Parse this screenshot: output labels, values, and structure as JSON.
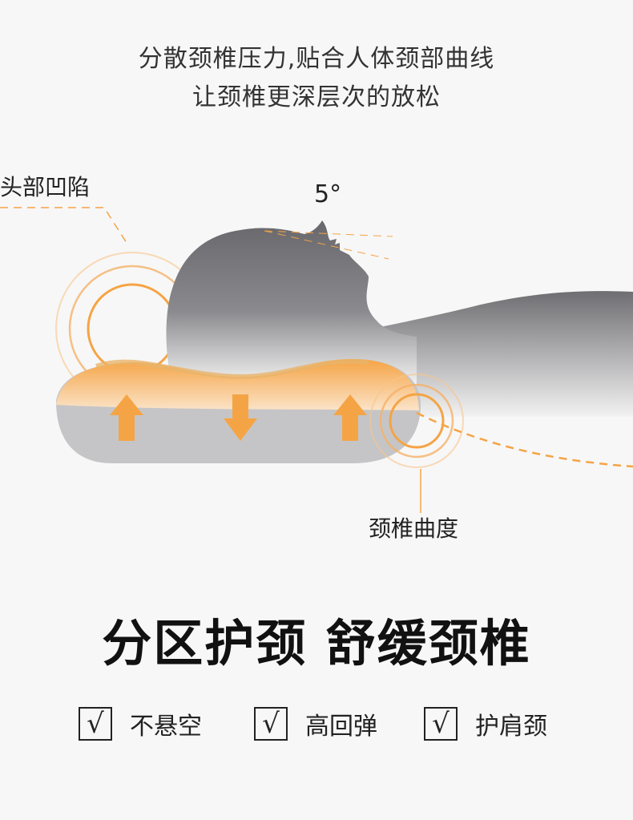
{
  "header": {
    "line1": "分散颈椎压力,贴合人体颈部曲线",
    "line2": "让颈椎更深层次的放松"
  },
  "illustration": {
    "head_label": "头部凹陷",
    "angle_label": "5°",
    "neck_label": "颈椎曲度",
    "accent_color": "#f5a445",
    "silhouette_color": "#6e6e72"
  },
  "heading": "分区护颈 舒缓颈椎",
  "features": [
    {
      "check": "√",
      "label": "不悬空"
    },
    {
      "check": "√",
      "label": "高回弹"
    },
    {
      "check": "√",
      "label": "护肩颈"
    }
  ]
}
